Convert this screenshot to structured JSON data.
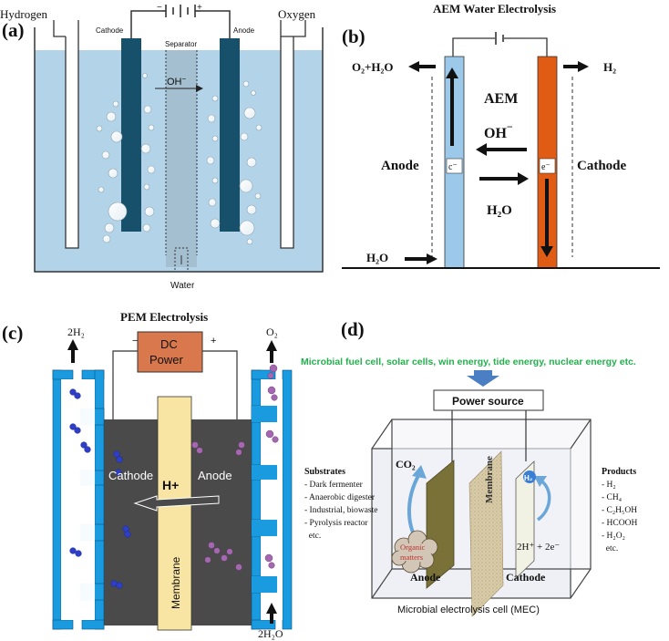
{
  "panel_a": {
    "label": "(a)",
    "hydrogen": "Hydrogen",
    "oxygen": "Oxygen",
    "cathode": "Cathode",
    "anode": "Anode",
    "separator": "Separator",
    "oh": "OH",
    "oh_sup": "−",
    "water": "Water"
  },
  "panel_b": {
    "label": "(b)",
    "title": "AEM Water Electrolysis",
    "o2h2o": "O₂+H₂O",
    "h2": "H₂",
    "aem": "AEM",
    "oh": "OH",
    "oh_sup": "−",
    "anode": "Anode",
    "cathode": "Cathode",
    "e_left": "c⁻",
    "e_right": "e⁻",
    "h2o_mid": "H₂O",
    "h2o_bottom": "H₂O"
  },
  "panel_c": {
    "label": "(c)",
    "title": "PEM Electrolysis",
    "dc_line1": "DC",
    "dc_line2": "Power",
    "minus": "−",
    "plus": "+",
    "h2_top": "2H₂",
    "o2_top": "O₂",
    "cathode": "Cathode",
    "anode": "Anode",
    "hplus": "H+",
    "membrane": "Membrane",
    "h2o_bottom": "2H₂O"
  },
  "panel_d": {
    "label": "(d)",
    "sources": "Microbial fuel cell, solar cells, win energy, tide energy, nuclear energy etc.",
    "power_source": "Power source",
    "substrates_title": "Substrates",
    "substrates": [
      "- Dark fermenter",
      "- Anaerobic  digester",
      "- Industrial,  biowaste",
      "- Pyrolysis  reactor",
      "  etc."
    ],
    "products_title": "Products",
    "products": [
      "- H₂",
      "- CH₄",
      "- C₂H₅OH",
      "- HCOOH",
      "- H₂O₂",
      "  etc."
    ],
    "co2": "CO₂",
    "h2": "H₂",
    "organic_line1": "Organic",
    "organic_line2": "matters",
    "membrane": "Membrane",
    "reaction": "2H⁺ + 2e⁻",
    "anode": "Anode",
    "cathode": "Cathode",
    "caption": "Microbial electrolysis cell (MEC)"
  },
  "colors": {
    "electrolyte": "#b3d4e8",
    "electrode_dark": "#17506b",
    "anode_light": "#9cc9ea",
    "cathode_orange": "#e05c14",
    "pem_blue": "#1a9be0",
    "pem_body": "#4a4a4a",
    "pem_membrane": "#f9e5a3",
    "dc_box": "#d9784c",
    "sources_green": "#22b14c"
  }
}
